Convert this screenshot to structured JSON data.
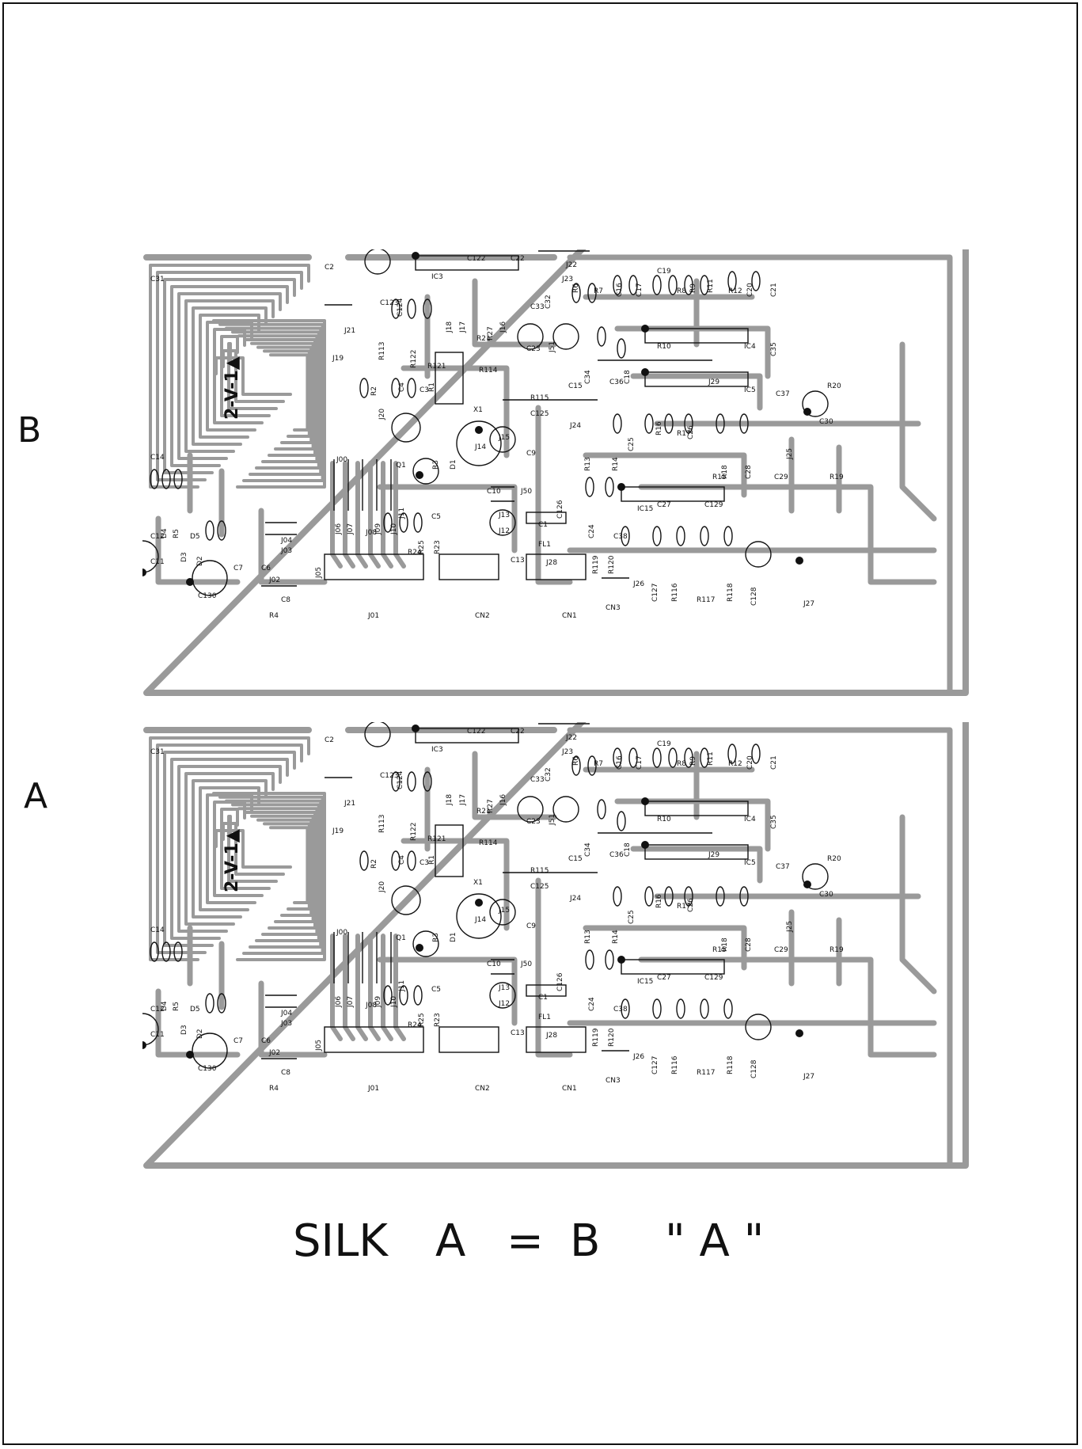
{
  "title": "",
  "board_labels": {
    "b": "B",
    "a": "A"
  },
  "caption": {
    "silk": "SILK",
    "left": "A",
    "eq": "=",
    "right": "B",
    "quote": "\" A \""
  },
  "components": [
    "C2",
    "IC3",
    "C122",
    "C22",
    "J22",
    "J23",
    "C19",
    "C123",
    "C124",
    "C33",
    "C32",
    "R6",
    "R7",
    "C16",
    "C17",
    "R8",
    "R9",
    "R11",
    "R12",
    "C20",
    "C21",
    "J21",
    "R113",
    "R122",
    "R121",
    "J18",
    "J17",
    "R21",
    "R27",
    "J16",
    "C23",
    "J51",
    "C15",
    "R10",
    "IC4",
    "C35",
    "J19",
    "R114",
    "C34",
    "C36",
    "C18",
    "J29",
    "R20",
    "R2",
    "C4",
    "C3",
    "R1",
    "X1",
    "R115",
    "C125",
    "IC5",
    "C37",
    "J20",
    "J15",
    "J24",
    "C25",
    "R16",
    "R17",
    "C26",
    "C30",
    "J14",
    "J25",
    "C14",
    "Q1",
    "R3",
    "D1",
    "C9",
    "R13",
    "R14",
    "R15",
    "R18",
    "C28",
    "C29",
    "R19",
    "J00",
    "C10",
    "J50",
    "C27",
    "C129",
    "J11",
    "C5",
    "J13",
    "C126",
    "IC15",
    "C12",
    "D4",
    "R5",
    "D5",
    "J06",
    "J07",
    "J08",
    "J09",
    "J10",
    "J12",
    "C1",
    "C24",
    "C38",
    "J04",
    "J03",
    "R24",
    "R25",
    "R23",
    "FL1",
    "D3",
    "D2",
    "C7",
    "C6",
    "C11",
    "J02",
    "J05",
    "C13",
    "J28",
    "R119",
    "R120",
    "J26",
    "C127",
    "R116",
    "R117",
    "R118",
    "C128",
    "C130",
    "C8",
    "R4",
    "J01",
    "CN2",
    "CN1",
    "CN3",
    "J27",
    "C31"
  ],
  "marking": "2-V-1▲"
}
